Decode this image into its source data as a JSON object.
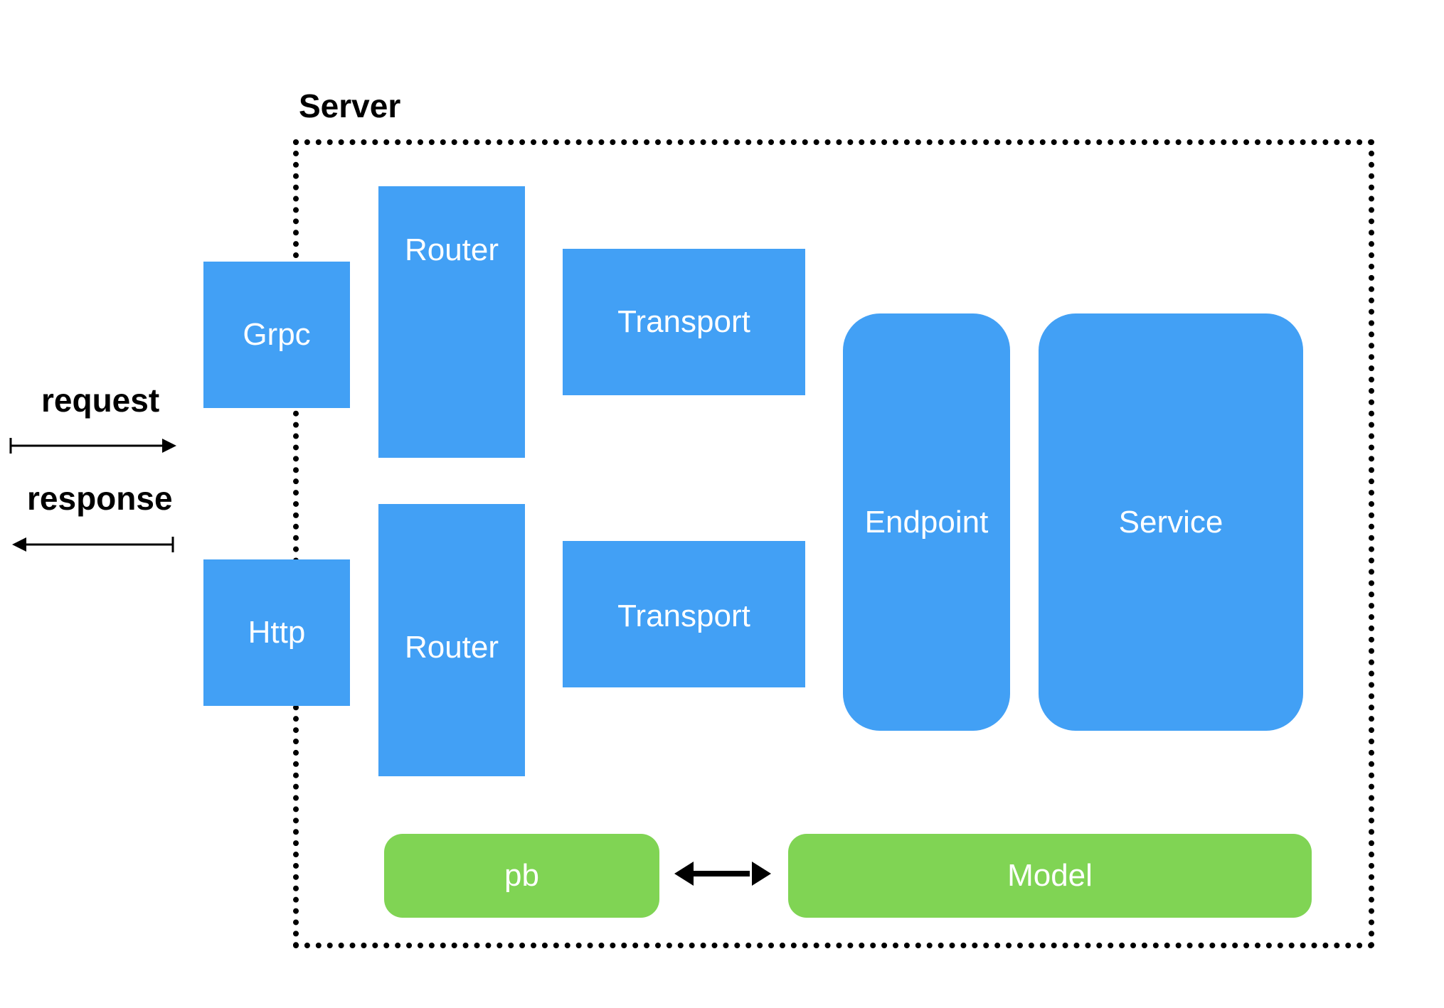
{
  "server": {
    "title": "Server"
  },
  "transports": {
    "grpc": "Grpc",
    "http": "Http"
  },
  "routers": [
    "Router",
    "Router"
  ],
  "transport_layers": [
    "Transport",
    "Transport"
  ],
  "endpoint": "Endpoint",
  "service": "Service",
  "data_layer": {
    "pb": "pb",
    "model": "Model"
  },
  "flow": {
    "request": "request",
    "response": "response"
  },
  "colors": {
    "blue": "#42a0f5",
    "green": "#80d454",
    "border": "#000000"
  }
}
